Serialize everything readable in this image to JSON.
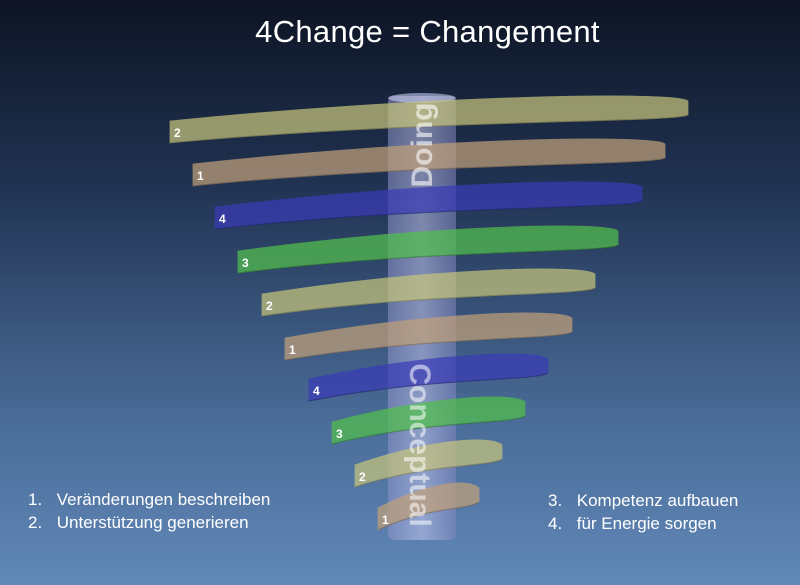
{
  "title": "4Change = Changement",
  "axis": {
    "top_label": "Doing",
    "bottom_label": "Conceptual"
  },
  "colors": {
    "1": "#c0a07a",
    "2": "#c6c47c",
    "3": "#52c04c",
    "4": "#3a3cb6",
    "pillar": "#a4a8dc"
  },
  "spiral": [
    {
      "label": "2",
      "color_key": "2"
    },
    {
      "label": "1",
      "color_key": "1"
    },
    {
      "label": "4",
      "color_key": "4"
    },
    {
      "label": "3",
      "color_key": "3"
    },
    {
      "label": "2",
      "color_key": "2"
    },
    {
      "label": "1",
      "color_key": "1"
    },
    {
      "label": "4",
      "color_key": "4"
    },
    {
      "label": "3",
      "color_key": "3"
    },
    {
      "label": "2",
      "color_key": "2"
    },
    {
      "label": "1",
      "color_key": "1"
    }
  ],
  "legend_left": [
    {
      "num": "1.",
      "text": "Veränderungen beschreiben"
    },
    {
      "num": "2.",
      "text": "Unterstützung generieren"
    }
  ],
  "legend_right": [
    {
      "num": "3.",
      "text": "Kompetenz aufbauen"
    },
    {
      "num": "4.",
      "text": "für Energie sorgen"
    }
  ]
}
